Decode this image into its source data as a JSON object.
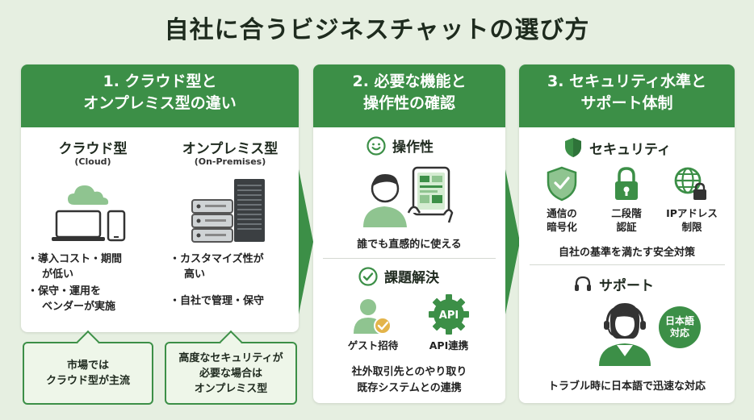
{
  "title": "自社に合うビジネスチャットの選び方",
  "colors": {
    "accent": "#3c8f47",
    "background": "#e6efe1",
    "callout_bg": "#eef6e9"
  },
  "col1": {
    "header": [
      "1. クラウド型と",
      "オンプレミス型の違い"
    ],
    "cloud": {
      "name": "クラウド型",
      "name_en": "(Cloud)",
      "icon": "cloud-devices-icon",
      "bullets": [
        [
          "・導入コスト・期間",
          "が低い"
        ],
        [
          "・保守・運用を",
          "ベンダーが実施"
        ]
      ]
    },
    "onprem": {
      "name": "オンプレミス型",
      "name_en": "(On-Premises)",
      "icon": "server-rack-icon",
      "bullets": [
        [
          "・カスタマイズ性が",
          "高い"
        ],
        [
          "・自社で管理・保守"
        ]
      ]
    },
    "callouts": [
      [
        "市場では",
        "クラウド型が主流"
      ],
      [
        "高度なセキュリティが",
        "必要な場合は",
        "オンプレミス型"
      ]
    ]
  },
  "col2": {
    "header": [
      "2. 必要な機能と",
      "操作性の確認"
    ],
    "usability": {
      "title": "操作性",
      "icon": "smile-icon",
      "caption": "誰でも直感的に使える"
    },
    "issues": {
      "title": "課題解決",
      "icon": "check-circle-icon",
      "items": [
        {
          "label": "ゲスト招待",
          "icon": "guest-user-icon"
        },
        {
          "label": "API連携",
          "icon": "api-gear-icon",
          "icon_text": "API"
        }
      ],
      "caption": [
        "社外取引先とのやり取り",
        "既存システムとの連携"
      ]
    }
  },
  "col3": {
    "header": [
      "3. セキュリティ水準と",
      "サポート体制"
    ],
    "security": {
      "title": "セキュリティ",
      "icon": "shield-icon",
      "items": [
        {
          "label": [
            "通信の",
            "暗号化"
          ],
          "icon": "shield-check-icon"
        },
        {
          "label": [
            "二段階",
            "認証"
          ],
          "icon": "lock-icon"
        },
        {
          "label": [
            "IPアドレス",
            "制限"
          ],
          "icon": "globe-lock-icon"
        }
      ],
      "caption": "自社の基準を満たす安全対策"
    },
    "support": {
      "title": "サポート",
      "icon": "headset-icon",
      "badge": [
        "日本語",
        "対応"
      ],
      "caption": "トラブル時に日本語で迅速な対応"
    }
  }
}
